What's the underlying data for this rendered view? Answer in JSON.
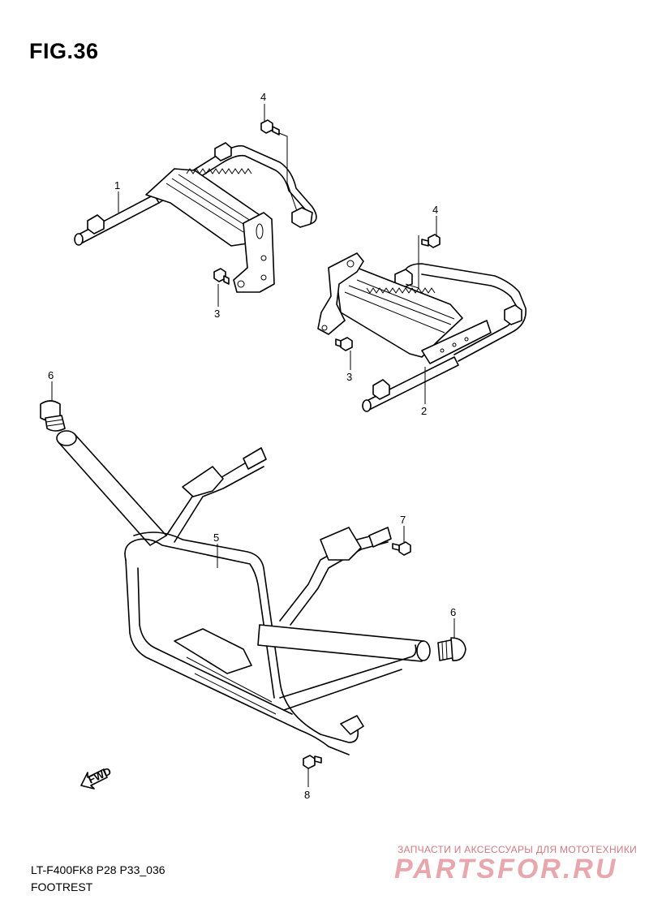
{
  "figure": {
    "title": "FIG.36",
    "footer_code": "LT-F400FK8 P28 P33_036",
    "footer_name": "FOOTREST"
  },
  "callouts": [
    "1",
    "2",
    "3",
    "3",
    "4",
    "4",
    "5",
    "6",
    "6",
    "7",
    "8"
  ],
  "direction_arrow_label": "FWD",
  "watermark": {
    "tagline": "ЗАПЧАСТИ И АКСЕССУАРЫ ДЛЯ МОТОТЕХНИКИ",
    "logo": "PARTSFOR.RU"
  }
}
